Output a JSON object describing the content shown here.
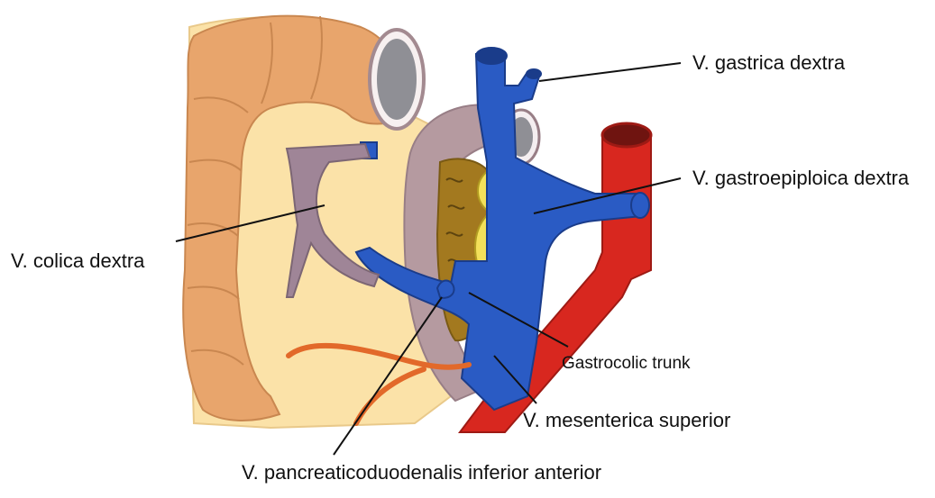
{
  "labels": {
    "gastrica_dextra": "V. gastrica dextra",
    "gastroepiploica_dextra": "V. gastroepiploica dextra",
    "colica_dextra": "V. colica dextra",
    "gastrocolic_trunk": "Gastrocolic trunk",
    "mesenterica_superior": "V. mesenterica superior",
    "pancreaticoduodenalis": "V. pancreaticoduodenalis inferior anterior"
  },
  "colors": {
    "vein": "#2a5bc4",
    "artery": "#d8271f",
    "colon": "#e8a56c",
    "mesentery": "#fbe2a8",
    "duodenum": "#b59aa0",
    "pancreas": "#a3791f",
    "fat": "#f3e05a",
    "colic_vein": "#9f8597",
    "small_artery": "#e2692a"
  }
}
